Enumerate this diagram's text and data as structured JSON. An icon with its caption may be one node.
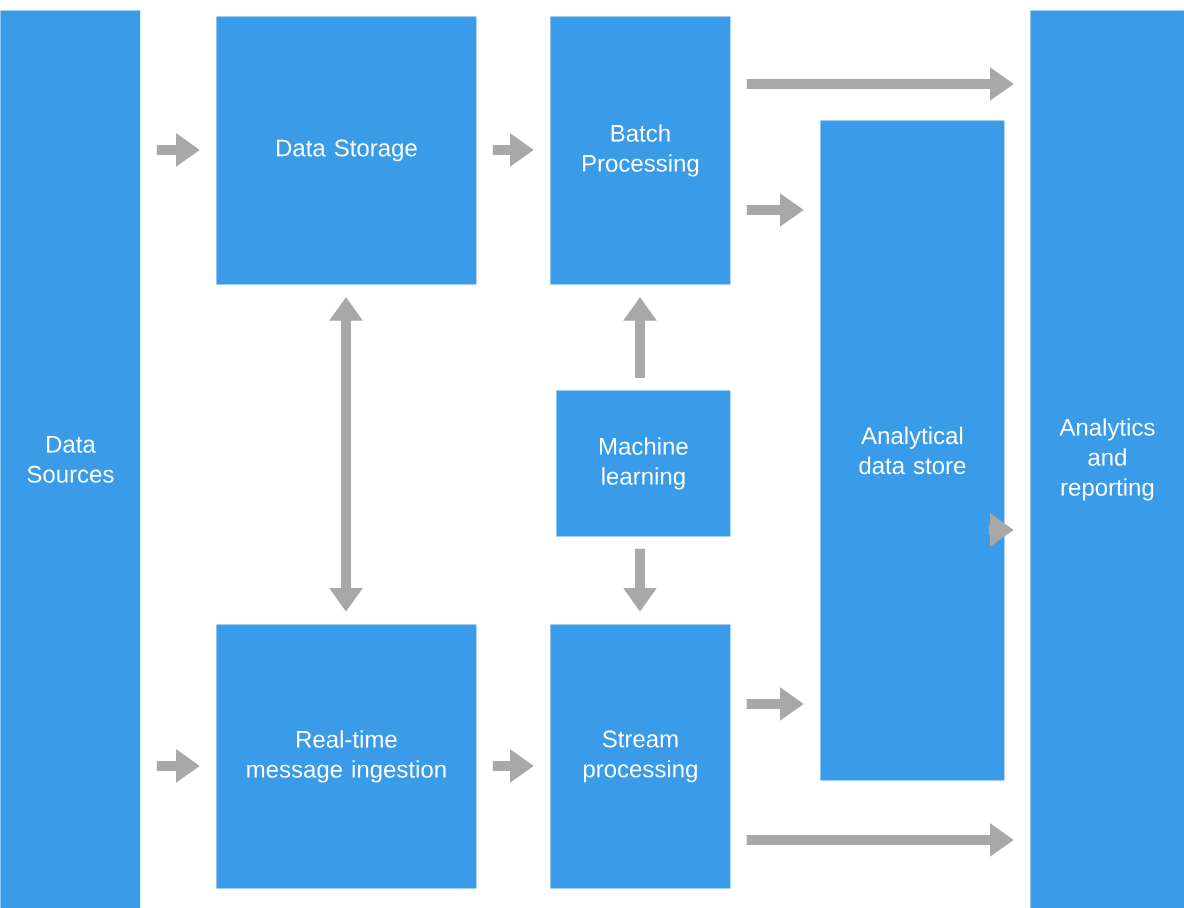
{
  "diagram": {
    "nodes": [
      {
        "text": [
          "Data Sources"
        ]
      },
      {
        "text": [
          "Data Storage"
        ]
      },
      {
        "text": [
          "Batch Processing"
        ]
      },
      {
        "text": [
          "Machine learning"
        ]
      },
      {
        "text": [
          "Real-time message ingestion"
        ]
      },
      {
        "text": [
          "Stream processing"
        ]
      },
      {
        "text": [
          "Analytical data store"
        ]
      },
      {
        "text": [
          "Analytics and reporting"
        ]
      }
    ],
    "edges": [
      {
        "from": 0,
        "to": 1,
        "arrow": "to"
      },
      {
        "from": 0,
        "to": 4,
        "arrow": "to"
      },
      {
        "from": 1,
        "to": 4,
        "arrow": "both"
      },
      {
        "from": 1,
        "to": 2,
        "arrow": "to"
      },
      {
        "from": 4,
        "to": 5,
        "arrow": "to"
      },
      {
        "from": 3,
        "to": 2,
        "arrow": "to"
      },
      {
        "from": 3,
        "to": 5,
        "arrow": "to"
      },
      {
        "from": 2,
        "to": 7,
        "arrow": "to"
      },
      {
        "from": 2,
        "to": 6,
        "arrow": "to"
      },
      {
        "from": 5,
        "to": 6,
        "arrow": "to"
      },
      {
        "from": 5,
        "to": 7,
        "arrow": "to"
      },
      {
        "from": 6,
        "to": 7,
        "arrow": "to"
      }
    ]
  }
}
